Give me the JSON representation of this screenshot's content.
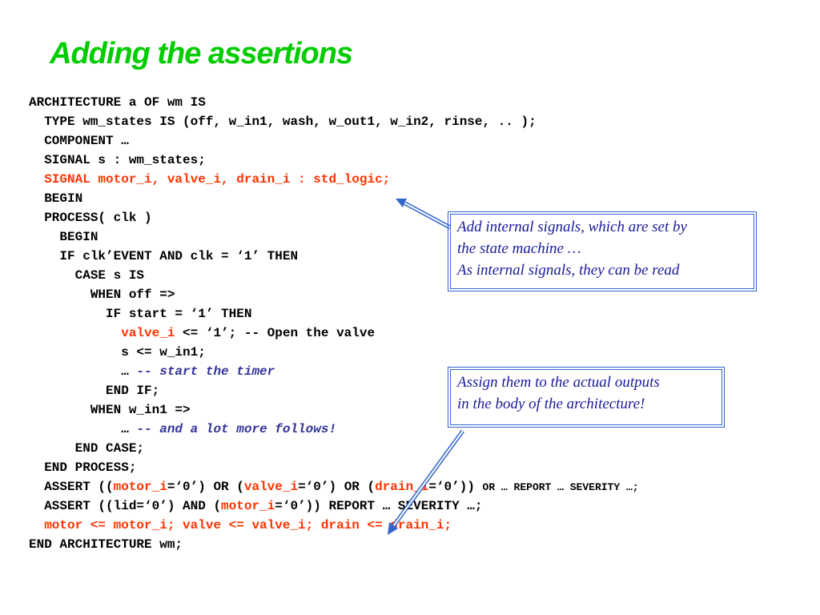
{
  "slide": {
    "title": "Adding the assertions",
    "code_lines": [
      [
        "ARCHITECTURE a OF wm IS"
      ],
      [
        "  TYPE wm_states IS (off, w_in1, wash, w_out1, w_in2, rinse, .. );"
      ],
      [
        "  COMPONENT …"
      ],
      [
        "  SIGNAL s : wm_states;"
      ],
      [
        "  ",
        "SIGNAL motor_i, valve_i, drain_i : std_logic;"
      ],
      [
        "  BEGIN"
      ],
      [
        "  PROCESS( clk )"
      ],
      [
        "    BEGIN"
      ],
      [
        "    IF clk’EVENT AND clk = ‘1’ THEN"
      ],
      [
        "      CASE s IS"
      ],
      [
        "        WHEN off =>"
      ],
      [
        "          IF start = ‘1’ THEN"
      ],
      [
        "            ",
        "valve_i",
        " <= ‘1’; -- Open the valve"
      ],
      [
        "            s <= w_in1;"
      ],
      [
        "            … ",
        "-- start the timer"
      ],
      [
        "          END IF;"
      ],
      [
        "        WHEN w_in1 =>"
      ],
      [
        "            … ",
        "-- and a lot more follows!"
      ],
      [
        "      END CASE;"
      ],
      [
        "  END PROCESS;"
      ],
      [
        "  ASSERT ((",
        "motor_i",
        "=‘0’) OR (",
        "valve_i",
        "=‘0’) OR (",
        "drain_i",
        "=‘0’)) ",
        "OR … REPORT … SEVERITY …;"
      ],
      [
        "  ASSERT ((lid=‘0’) AND (",
        "motor_i",
        "=‘0’)) REPORT … SEVERITY …;"
      ],
      [
        "  ",
        "motor <= motor_i; valve <= valve_i; drain <= drain_i;"
      ],
      [
        "END ARCHITECTURE wm;"
      ]
    ],
    "callout1": {
      "line1": "Add internal signals, which are set by",
      "line2": "the state machine …",
      "line3": "As internal signals, they can be read"
    },
    "callout2": {
      "line1": "Assign them to the actual outputs",
      "line2": "in the body of the architecture!"
    },
    "colors": {
      "title": "#00cc00",
      "code": "#000000",
      "highlight": "#ff3300",
      "comment": "#333399",
      "callout_text": "#1a1a99",
      "arrow": "#3366cc"
    }
  }
}
